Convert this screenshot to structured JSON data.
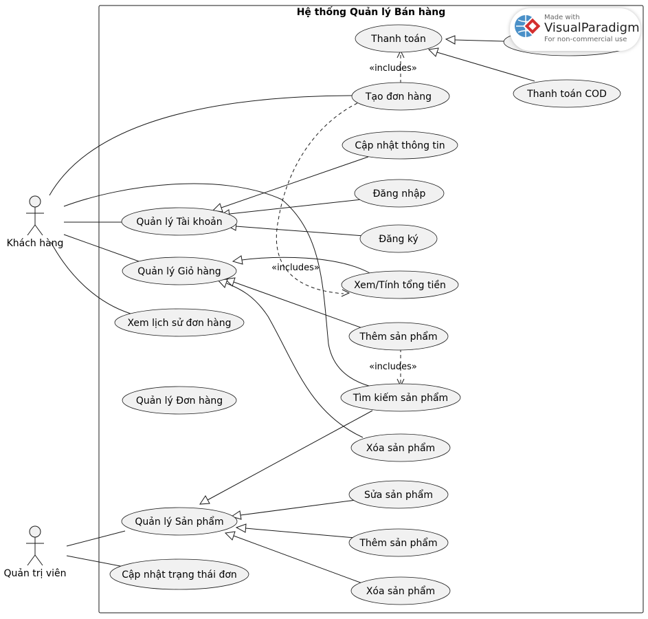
{
  "system": {
    "title": "Hệ thống Quản lý Bán hàng"
  },
  "actors": {
    "customer": "Khách hàng",
    "admin": "Quản trị viên"
  },
  "usecases": {
    "thanh_toan": "Thanh toán",
    "thanh_toan_cod": "Thanh toán COD",
    "tao_don_hang": "Tạo đơn hàng",
    "cap_nhat_thong_tin": "Cập nhật thông tin",
    "dang_nhap": "Đăng nhập",
    "quan_ly_tai_khoan": "Quản lý Tài khoản",
    "dang_ky": "Đăng ký",
    "quan_ly_gio_hang": "Quản lý Giỏ hàng",
    "xem_tinh_tong_tien": "Xem/Tính tổng tiền",
    "xem_lich_su_don_hang": "Xem lịch sử đơn hàng",
    "them_san_pham_gio": "Thêm sản phẩm",
    "quan_ly_don_hang": "Quản lý Đơn hàng",
    "tim_kiem_san_pham": "Tìm kiếm sản phẩm",
    "xoa_san_pham_gio": "Xóa sản phẩm",
    "sua_san_pham": "Sửa sản phẩm",
    "quan_ly_san_pham": "Quản lý Sản phẩm",
    "them_san_pham_admin": "Thêm sản phẩm",
    "cap_nhat_trang_thai_don": "Cập nhật trạng thái đơn",
    "xoa_san_pham_admin": "Xóa sản phẩm"
  },
  "relations": {
    "includes_label": "«includes»"
  },
  "watermark": {
    "made_with": "Made with",
    "brand": "VisualParadigm",
    "subtitle": "For non-commercial use"
  }
}
